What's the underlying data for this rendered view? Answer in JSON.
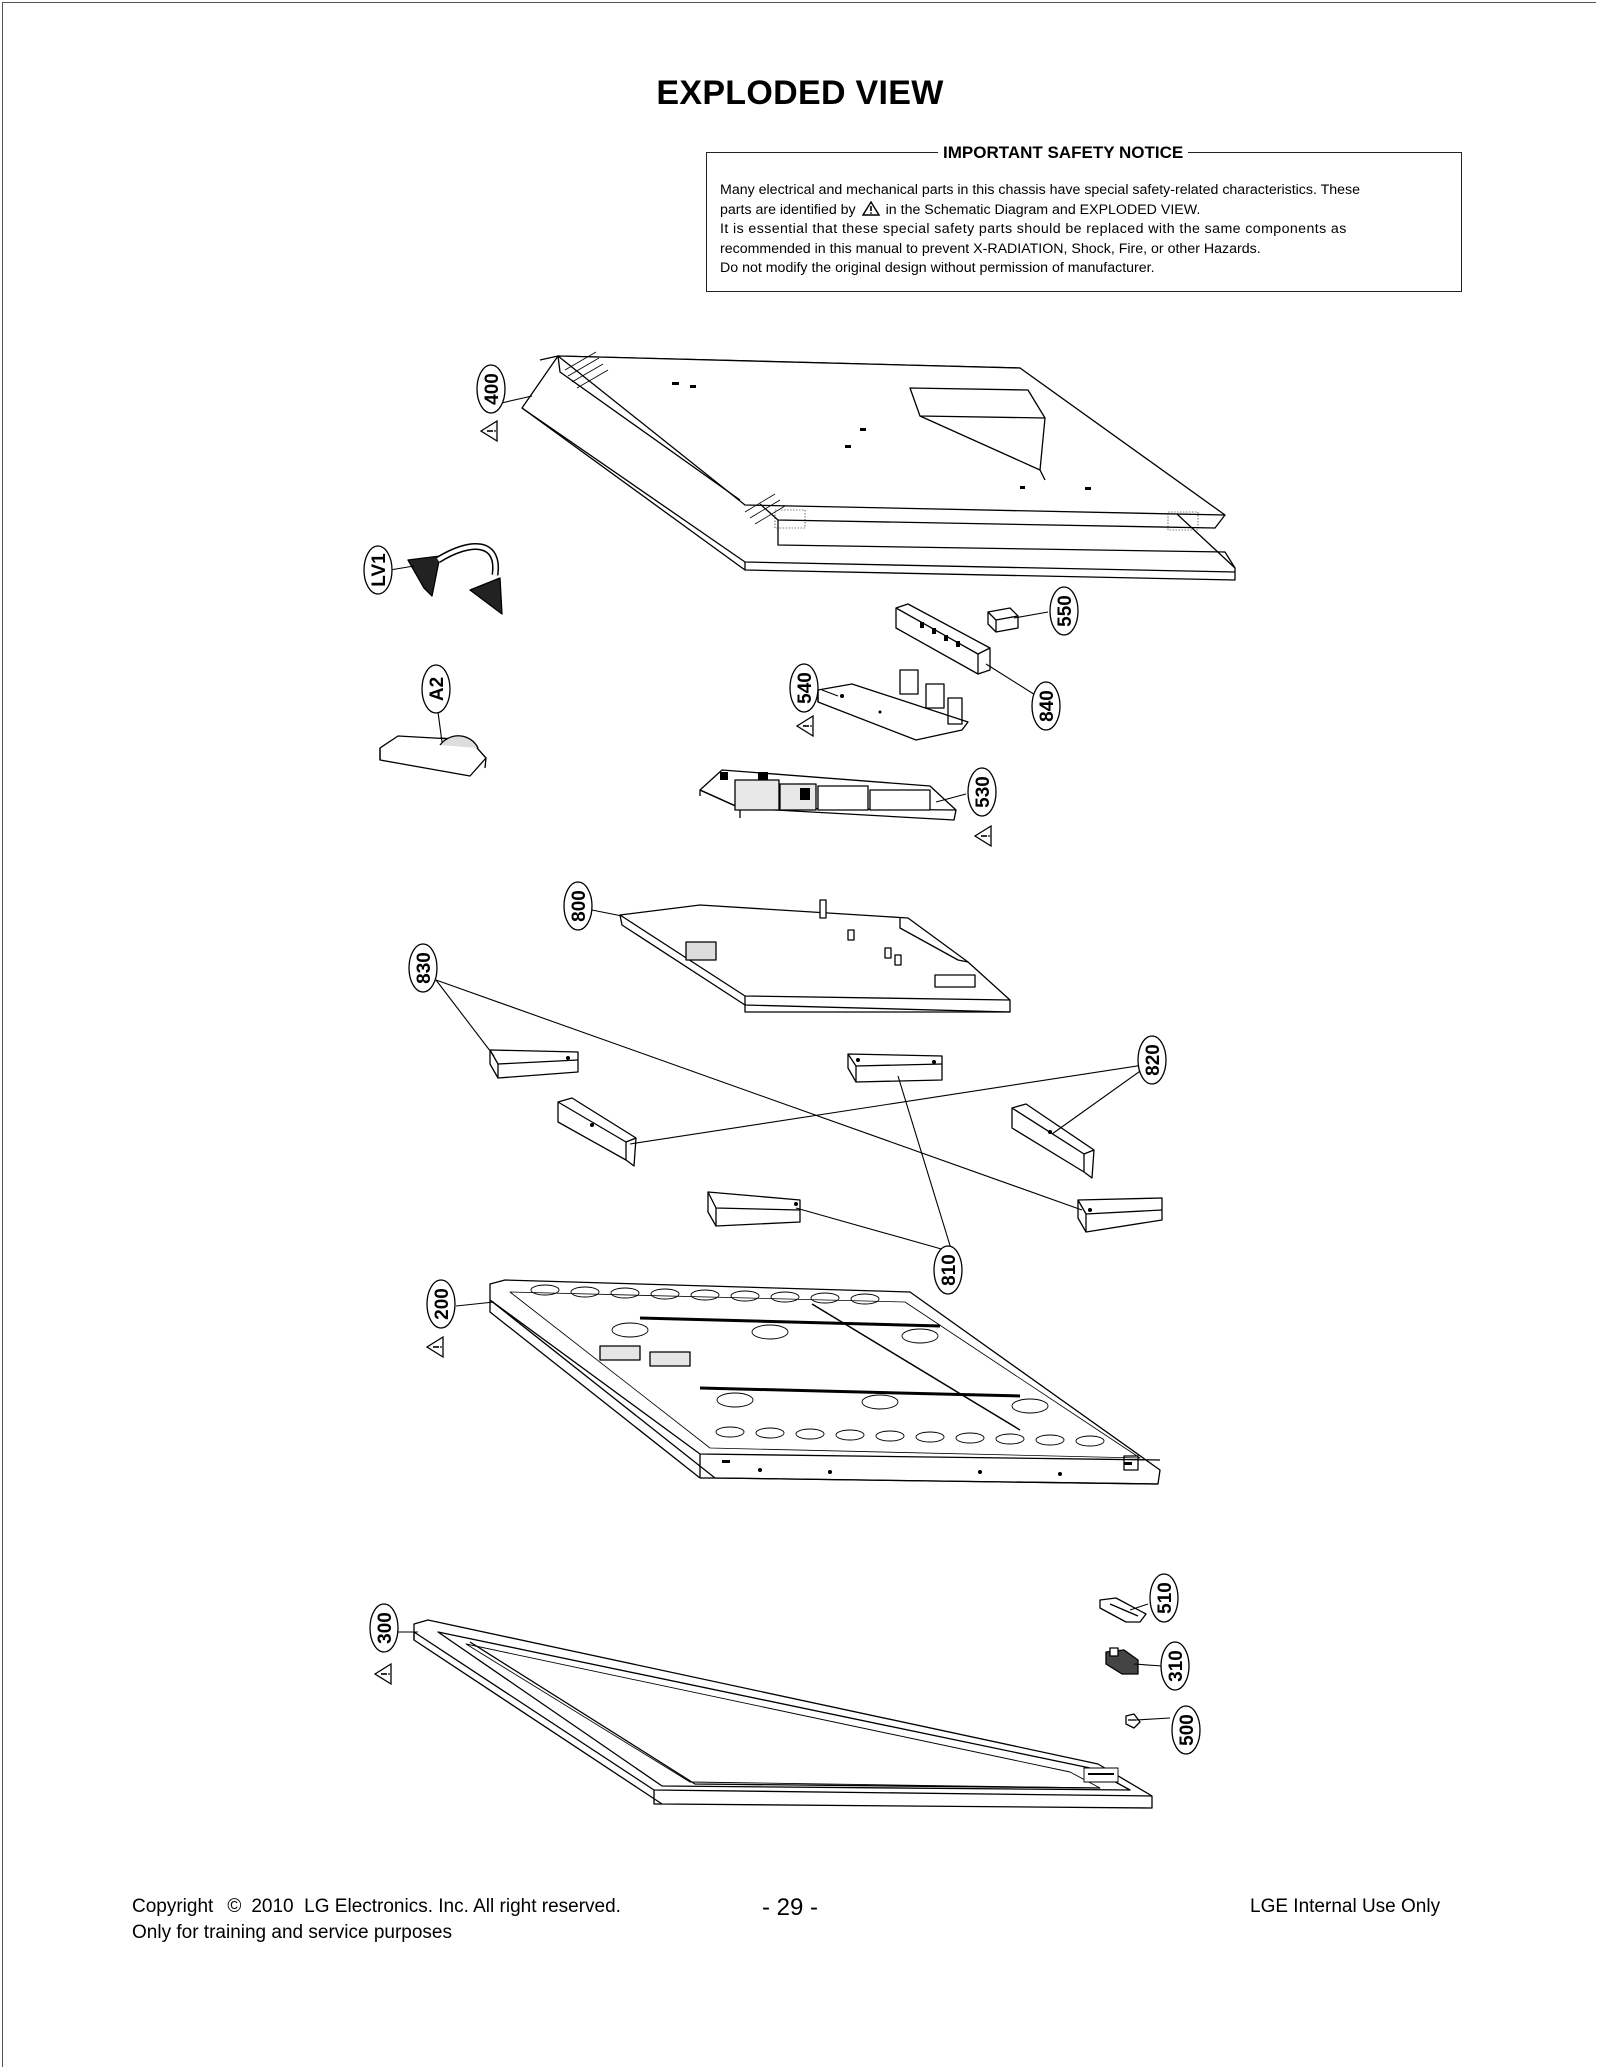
{
  "title": "EXPLODED VIEW",
  "notice": {
    "heading": "IMPORTANT SAFETY NOTICE",
    "line1": "Many electrical and mechanical parts in this chassis have special safety-related characteristics. These",
    "line2a": "parts are identified by",
    "line2b": "in the Schematic Diagram and EXPLODED VIEW.",
    "line3": "It is essential that these special safety parts should be replaced with the same components as",
    "line4": "recommended in this manual to prevent X-RADIATION, Shock, Fire, or other Hazards.",
    "line5": "Do not modify the original design without permission of manufacturer."
  },
  "parts": {
    "p400": "400",
    "lv1": "LV1",
    "a2": "A2",
    "p550": "550",
    "p540": "540",
    "p840": "840",
    "p530": "530",
    "p800": "800",
    "p830": "830",
    "p820": "820",
    "p810": "810",
    "p200": "200",
    "p300": "300",
    "p510": "510",
    "p310": "310",
    "p500": "500"
  },
  "footer": {
    "copyright_label": "Copyright",
    "copyright_symbol": "©",
    "copyright_year": "2010",
    "copyright_owner": "LG Electronics. Inc. All right reserved.",
    "training": "Only for training and service purposes",
    "page": "- 29 -",
    "internal": "LGE Internal Use Only"
  }
}
